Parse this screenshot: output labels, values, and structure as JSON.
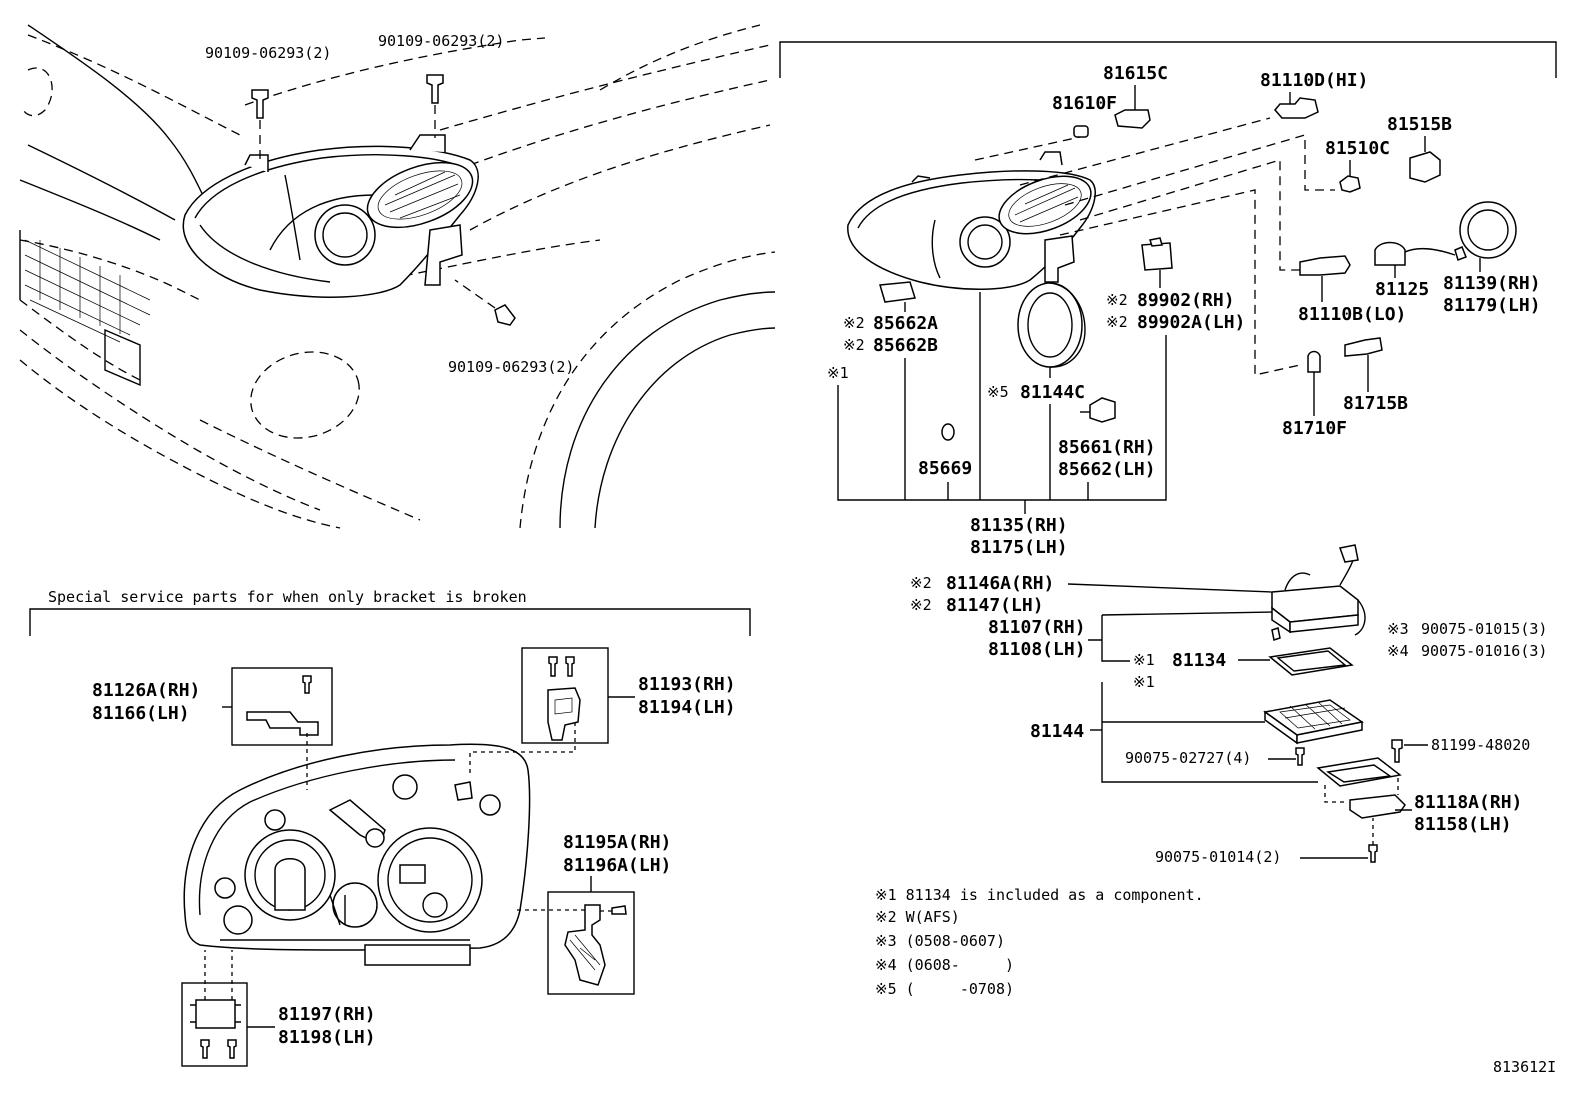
{
  "fasteners": {
    "top_left": "90109-06293(2)",
    "top_right": "90109-06293(2)",
    "lower": "90109-06293(2)"
  },
  "special_service": {
    "title": "Special service parts for when only bracket is broken",
    "bracket_a_rh": "81126A(RH)",
    "bracket_a_lh": "81166(LH)",
    "bracket_b_rh": "81193(RH)",
    "bracket_b_lh": "81194(LH)",
    "bracket_c_rh": "81195A(RH)",
    "bracket_c_lh": "81196A(LH)",
    "bracket_d_rh": "81197(RH)",
    "bracket_d_lh": "81198(LH)"
  },
  "lamp_parts": {
    "socket_a": "81615C",
    "bulb_a": "81610F",
    "bulb_hi": "81110D(HI)",
    "socket_b": "81515B",
    "bulb_b": "81510C",
    "bulb_lo": "81110B(LO)",
    "cord": "81125",
    "cap_rh": "81139(RH)",
    "cap_lh": "81179(LH)",
    "bulb_c": "81710F",
    "socket_c": "81715B",
    "motor_a_prefix": "※2",
    "motor_a1": "85662A",
    "motor_a2": "85662B",
    "motor_b_prefix": "※2",
    "motor_b_rh": "89902(RH)",
    "motor_b_lh": "89902A(LH)",
    "ref1": "※1",
    "lens_prefix": "※5",
    "lens": "81144C",
    "oring": "85669",
    "actuator_rh": "85661(RH)",
    "actuator_lh": "85662(LH)",
    "assy_rh": "81135(RH)",
    "assy_lh": "81175(LH)"
  },
  "ballast": {
    "computer_prefix": "※2",
    "computer_rh": "81146A(RH)",
    "computer_lh": "81147(LH)",
    "unit_rh": "81107(RH)",
    "unit_lh": "81108(LH)",
    "ref1": "※1",
    "gasket": "81134",
    "screw3_prefix": "※3",
    "screw3": "90075-01015(3)",
    "screw4_prefix": "※4",
    "screw4": "90075-01016(3)",
    "cover": "81144",
    "screw_a": "90075-02727(4)",
    "bolt": "81199-48020",
    "bracket_rh": "81118A(RH)",
    "bracket_lh": "81158(LH)",
    "screw_b": "90075-01014(2)"
  },
  "notes": [
    "※1 81134 is included as a component.",
    "※2 W(AFS)",
    "※3 (0508-0607)",
    "※4 (0608-     )",
    "※5 (     -0708)"
  ],
  "diagram_id": "813612I"
}
